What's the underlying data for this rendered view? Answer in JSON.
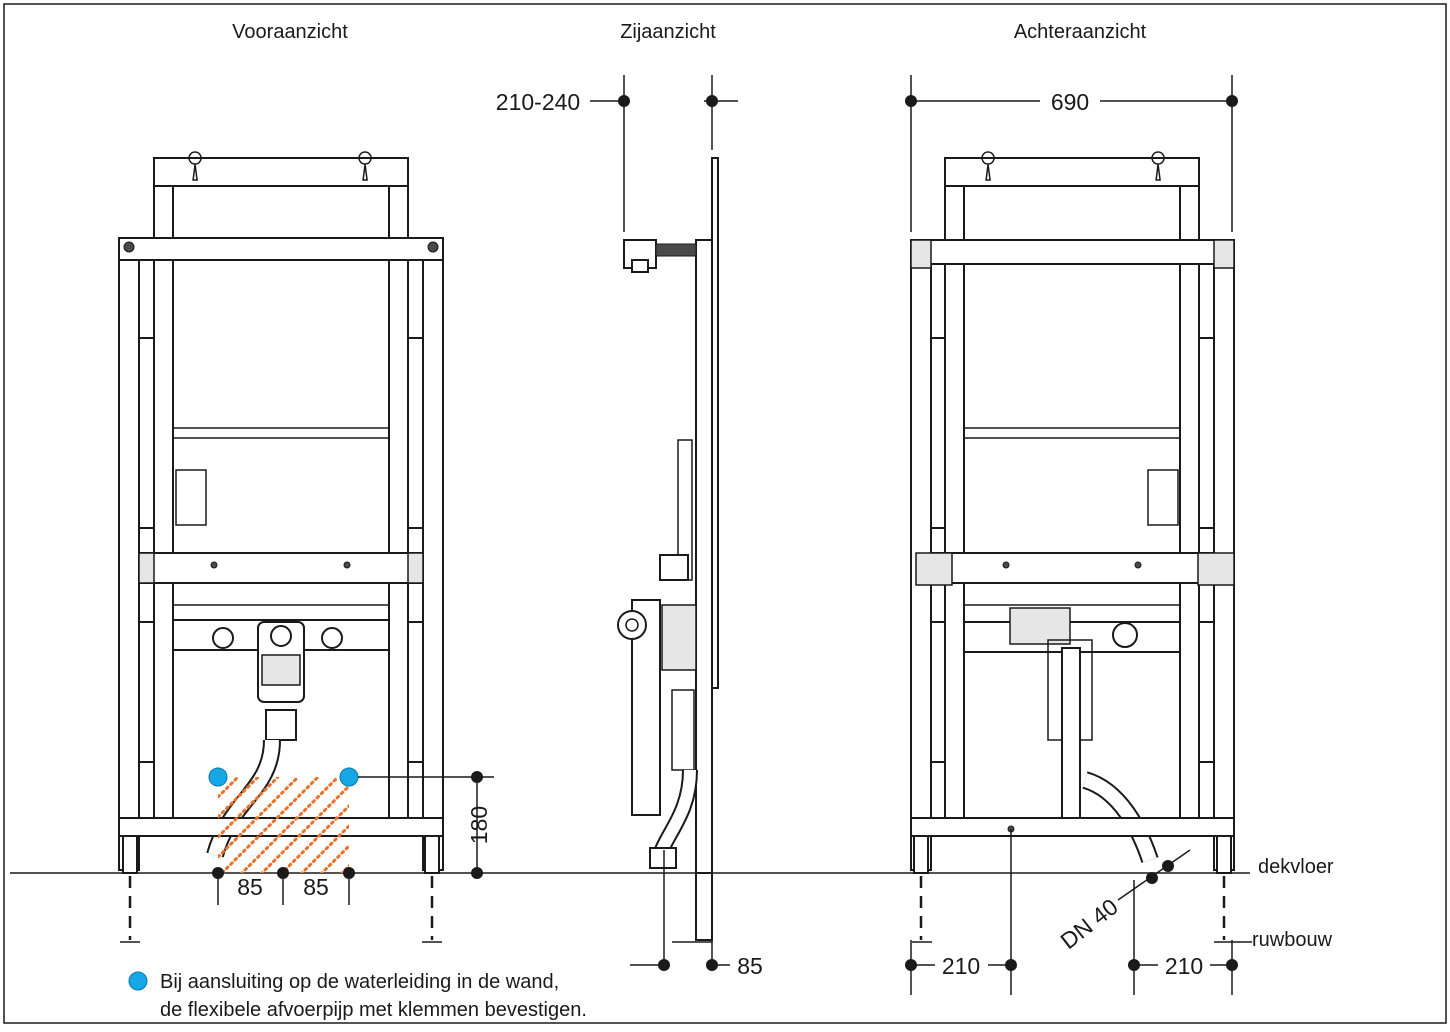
{
  "views": {
    "front": "Vooraanzicht",
    "side": "Zijaanzicht",
    "back": "Achteraanzicht"
  },
  "dimensions": {
    "side_depth": "210-240",
    "width": "690",
    "front_left": "85",
    "front_right": "85",
    "height_180": "180",
    "side_85": "85",
    "back_left": "210",
    "back_right": "210",
    "dn": "DN 40"
  },
  "levels": {
    "finished_floor": "dekvloer",
    "rough_floor": "ruwbouw"
  },
  "note": {
    "line1": "Bij aansluiting op de waterleiding in de wand,",
    "line2": "de flexibele afvoerpijp met klemmen bevestigen."
  },
  "colors": {
    "marker": "#16a8e6",
    "hatch": "#e8722b",
    "line": "#1a1a1a"
  }
}
